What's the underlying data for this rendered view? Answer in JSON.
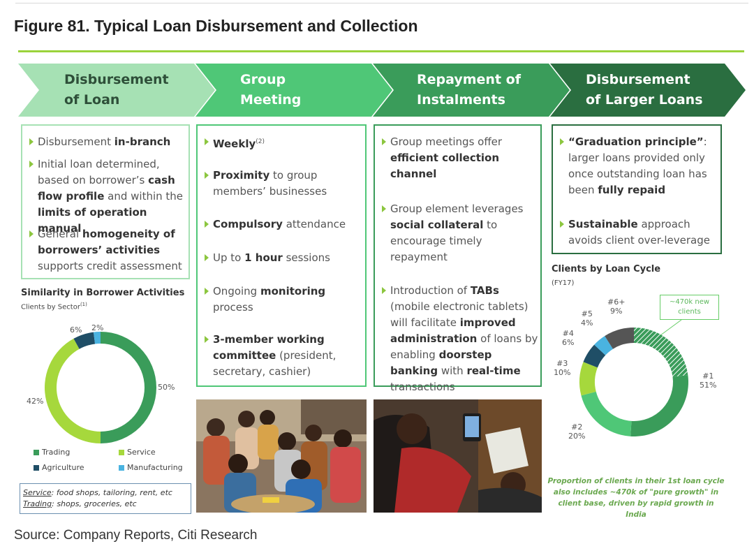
{
  "figure": {
    "title": "Figure 81. Typical Loan Disbursement and Collection",
    "source": "Source: Company Reports, Citi Research"
  },
  "colors": {
    "light_green": "#a6e1b4",
    "mid_green": "#4fc777",
    "green": "#3a9c5a",
    "dark_green": "#2a6e40",
    "service_green": "#a6d83c",
    "agriculture_navy": "#1f4e66",
    "manufacturing_blue": "#4ab3e0",
    "other_gray": "#555555",
    "title_rule": "#9bd33b"
  },
  "steps": [
    {
      "title": "Disbursement\nof Loan",
      "items": [
        [
          "Disbursement ",
          {
            "b": "in-branch"
          }
        ],
        [
          "Initial loan determined, based on borrower’s ",
          {
            "b": "cash flow profile"
          },
          " and within the ",
          {
            "b": "limits of operation manual"
          }
        ],
        [
          "General ",
          {
            "b": "homogeneity of borrowers’ activities"
          },
          " supports credit assessment"
        ]
      ]
    },
    {
      "title": "Group\nMeeting",
      "items": [
        [
          {
            "b": "Weekly"
          },
          {
            "sup": "(2)"
          }
        ],
        [
          {
            "b": "Proximity"
          },
          " to group members’ businesses"
        ],
        [
          {
            "b": "Compulsory"
          },
          " attendance"
        ],
        [
          "Up to ",
          {
            "b": "1 hour"
          },
          " sessions"
        ],
        [
          "Ongoing ",
          {
            "b": "monitoring"
          },
          " process"
        ],
        [
          {
            "b": "3-member working committee"
          },
          " (president, secretary, cashier)"
        ]
      ]
    },
    {
      "title": "Repayment of\nInstalments",
      "items": [
        [
          "Group meetings offer ",
          {
            "b": "efficient collection channel"
          }
        ],
        [
          "Group element leverages ",
          {
            "b": "social collateral"
          },
          " to encourage timely repayment"
        ],
        [
          "Introduction of ",
          {
            "b": "TABs"
          },
          " (mobile electronic tablets) will facilitate ",
          {
            "b": "improved administration"
          },
          " of loans by enabling ",
          {
            "b": "doorstep banking"
          },
          " with ",
          {
            "b": "real-time"
          },
          " transactions"
        ]
      ]
    },
    {
      "title": "Disbursement\nof Larger Loans",
      "items": [
        [
          {
            "b": "“Graduation principle”"
          },
          ": larger loans provided only once outstanding loan has been ",
          {
            "b": "fully repaid"
          }
        ],
        [
          {
            "b": "Sustainable"
          },
          " approach avoids client over-leverage"
        ]
      ]
    }
  ],
  "sector_chart": {
    "title": "Similarity in Borrower Activities",
    "subtitle": "Clients by Sector",
    "subtitle_note": "(1)",
    "legend": [
      "Trading",
      "Service",
      "Agriculture",
      "Manufacturing"
    ],
    "note_lines": [
      {
        "term": "Service",
        "text": ": food shops, tailoring, rent, etc"
      },
      {
        "term": "Trading",
        "text": ": shops, groceries, etc"
      }
    ]
  },
  "loan_cycle_chart": {
    "title": "Clients by Loan Cycle",
    "subtitle": "(FY17)",
    "callout": "~470k new clients",
    "note": "Proportion of clients in their 1st loan cycle\nalso includes ~470k of \"pure growth\" in\nclient base, driven by rapid growth in India"
  },
  "chart_data": [
    {
      "type": "pie",
      "title": "Similarity in Borrower Activities",
      "subtitle": "Clients by Sector",
      "categories": [
        "Trading",
        "Service",
        "Agriculture",
        "Manufacturing"
      ],
      "values": [
        50,
        42,
        6,
        2
      ],
      "value_labels": [
        "50%",
        "42%",
        "6%",
        "2%"
      ],
      "colors": [
        "#3a9c5a",
        "#a6d83c",
        "#1f4e66",
        "#4ab3e0"
      ],
      "donut": true,
      "legend": "bottom"
    },
    {
      "type": "pie",
      "title": "Clients by Loan Cycle",
      "subtitle": "(FY17)",
      "categories": [
        "#1",
        "#2",
        "#3",
        "#4",
        "#5",
        "#6+"
      ],
      "values": [
        51,
        20,
        10,
        6,
        4,
        9
      ],
      "value_labels": [
        "51%",
        "20%",
        "10%",
        "6%",
        "4%",
        "9%"
      ],
      "colors": [
        "#3a9c5a",
        "#4fc777",
        "#a6d83c",
        "#1f4e66",
        "#4ab3e0",
        "#555555"
      ],
      "donut": true,
      "hatched_share_of_first_slice": 0.45,
      "legend": "none"
    }
  ]
}
